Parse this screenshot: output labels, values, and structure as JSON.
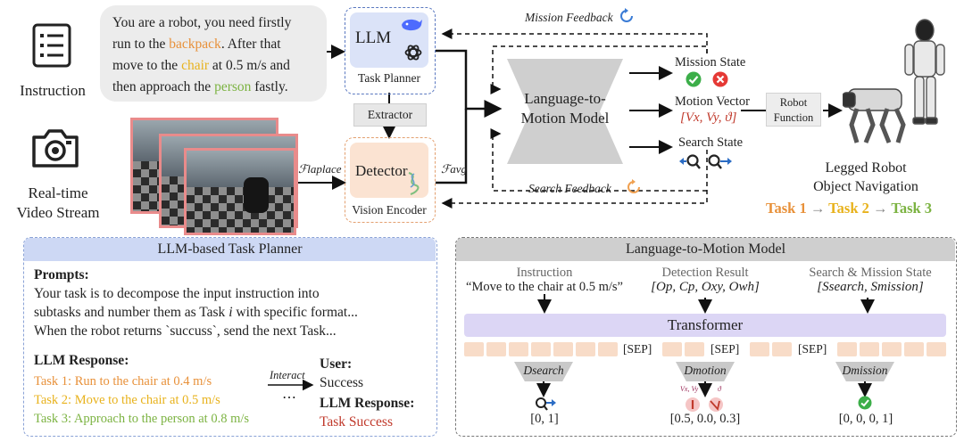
{
  "instruction": {
    "label": "Instruction",
    "text_1": "You are a robot, you need firstly",
    "text_2_pre": "run to the ",
    "text_2_hl": "backpack",
    "text_2_post": ". After that",
    "text_3_pre": "move to the ",
    "text_3_hl": "chair",
    "text_3_post": " at 0.5 m/s and",
    "text_4_pre": "then approach the ",
    "text_4_hl": "person",
    "text_4_post": " fastly."
  },
  "video": {
    "label_1": "Real-time",
    "label_2": "Video Stream"
  },
  "planner": {
    "llm": "LLM",
    "caption": "Task Planner"
  },
  "extractor": "Extractor",
  "detector": {
    "label": "Detector",
    "caption": "Vision Encoder"
  },
  "features": {
    "laplace": "ℱlaplace",
    "avg": "ℱavg"
  },
  "feedback": {
    "mission": "Mission Feedback",
    "search": "Search Feedback"
  },
  "l2m": {
    "line1": "Language-to-",
    "line2": "Motion Model"
  },
  "outputs": {
    "mission_state": "Mission State",
    "motion_vector": "Motion Vector",
    "motion_vector_math": "[Vx, Vy, ϑ]",
    "search_state": "Search State"
  },
  "robot_function": {
    "line1": "Robot",
    "line2": "Function"
  },
  "robot": {
    "line1": "Legged Robot",
    "line2": "Object Navigation"
  },
  "tasks": {
    "t1": "Task 1",
    "t2": "Task 2",
    "t3": "Task 3",
    "arrow": "→"
  },
  "left_panel": {
    "title": "LLM-based Task Planner",
    "prompts_label": "Prompts:",
    "prompt_1": "Your task is to decompose the input instruction into",
    "prompt_2_pre": "subtasks and number them as Task ",
    "prompt_2_i": "i",
    "prompt_2_post": " with specific format...",
    "prompt_3": "When the robot returns `succuss`, send the next Task...",
    "llm_response_label": "LLM Response:",
    "task_1": "Task 1: Run to the chair at 0.4 m/s",
    "task_2": "Task 2: Move to the chair at 0.5 m/s",
    "task_3": "Task 3: Approach to the person at 0.8 m/s",
    "interact": "Interact",
    "dots": "⋯",
    "user_label": "User:",
    "user_reply": "Success",
    "llm_response_label_2": "LLM Response:",
    "final": "Task Success"
  },
  "right_panel": {
    "title": "Language-to-Motion Model",
    "col_instruction": "Instruction",
    "instruction_text": "“Move to the chair at 0.5 m/s”",
    "col_detection": "Detection Result",
    "detection_math": "[Op, Cp, Oxy, Owh]",
    "col_state": "Search & Mission State",
    "state_math": "[Ssearch, Smission]",
    "transformer": "Transformer",
    "sep": "[SEP]",
    "d_search": "Dsearch",
    "d_motion": "Dmotion",
    "d_mission": "Dmission",
    "out_search": "[0, 1]",
    "out_motion": "[0.5, 0.0, 0.3]",
    "out_mission": "[0, 0, 0, 1]",
    "mini_v": "Vx, Vy",
    "mini_theta": "ϑ"
  }
}
